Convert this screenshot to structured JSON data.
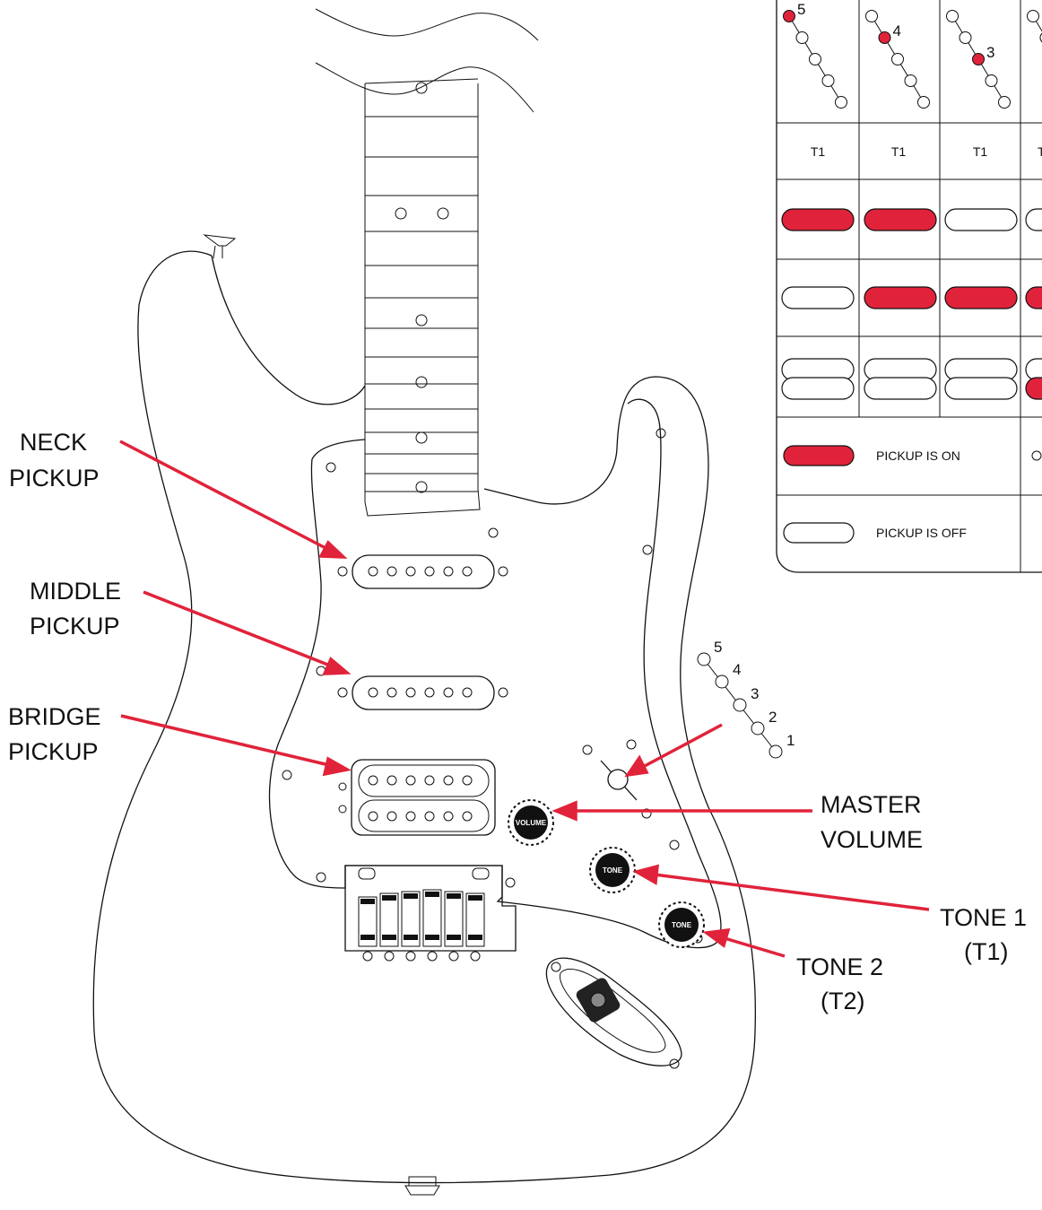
{
  "labels": {
    "neck_line1": "NECK",
    "neck_line2": "PICKUP",
    "middle_line1": "MIDDLE",
    "middle_line2": "PICKUP",
    "bridge_line1": "BRIDGE",
    "bridge_line2": "PICKUP",
    "master_line1": "MASTER",
    "master_line2": "VOLUME",
    "tone1_line1": "TONE 1",
    "tone1_line2": "(T1)",
    "tone2_line1": "TONE 2",
    "tone2_line2": "(T2)"
  },
  "knobs": {
    "volume": "VOLUME",
    "tone1": "TONE",
    "tone2": "TONE"
  },
  "selector_positions": [
    "1",
    "2",
    "3",
    "4",
    "5"
  ],
  "table": {
    "columns": [
      {
        "position": "5",
        "tone": "T1",
        "neck": true,
        "middle": false,
        "bridge_upper": false,
        "bridge_lower": false
      },
      {
        "position": "4",
        "tone": "T1",
        "neck": true,
        "middle": true,
        "bridge_upper": false,
        "bridge_lower": false
      },
      {
        "position": "3",
        "tone": "T1",
        "neck": false,
        "middle": true,
        "bridge_upper": false,
        "bridge_lower": false
      },
      {
        "position": "",
        "tone": "T",
        "neck": false,
        "middle": true,
        "bridge_upper": false,
        "bridge_lower": true
      }
    ],
    "legend_on": "PICKUP IS ON",
    "legend_off": "PICKUP IS OFF"
  },
  "colors": {
    "accent_red": "#e0233a",
    "line": "#111111"
  }
}
